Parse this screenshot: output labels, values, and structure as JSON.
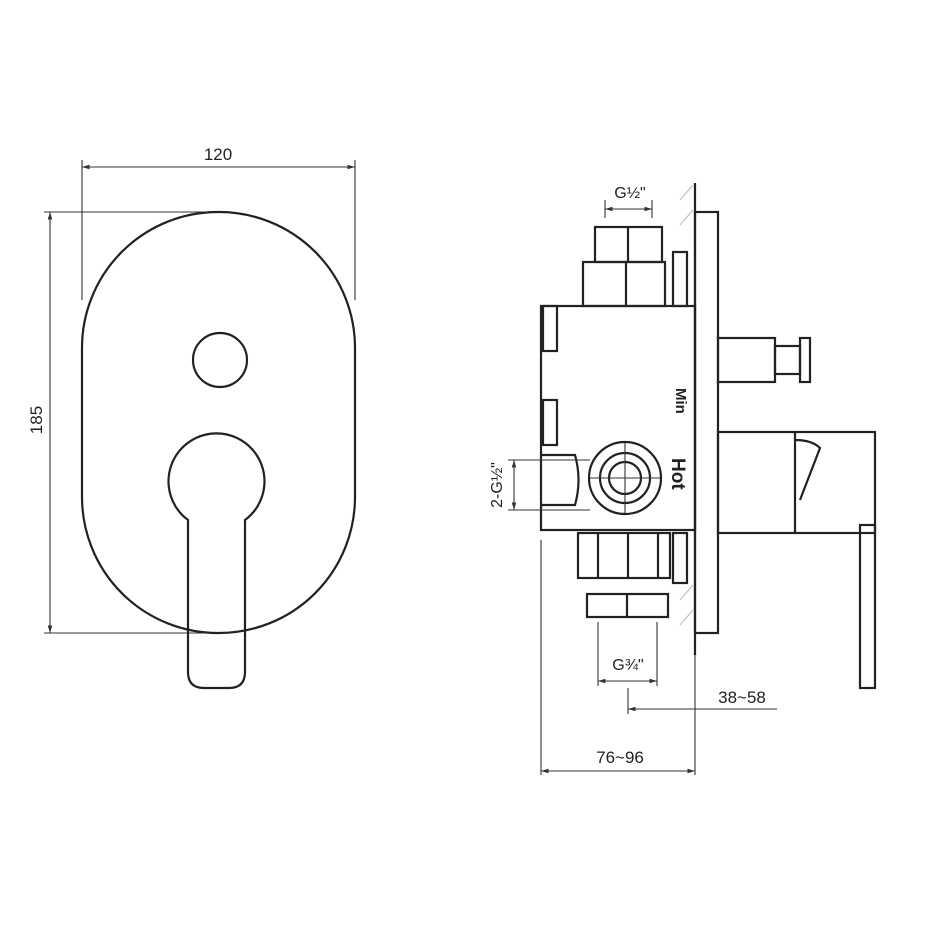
{
  "front_view": {
    "width_label": "120",
    "height_label": "185"
  },
  "side_view": {
    "top_outlet_label": "G½\"",
    "side_inlet_label": "2-G½\"",
    "bottom_outlet_label": "G¾\"",
    "depth_plate_label": "38~58",
    "depth_total_label": "76~96",
    "min_mark": "Min",
    "hot_mark": "Hot"
  }
}
